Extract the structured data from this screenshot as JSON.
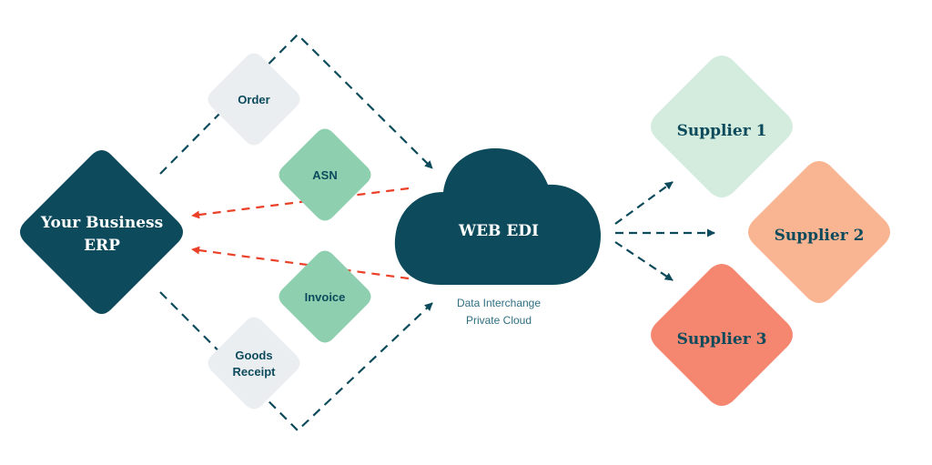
{
  "erp": {
    "line1": "Your Business",
    "line2": "ERP"
  },
  "documents": {
    "order": "Order",
    "asn": "ASN",
    "invoice": "Invoice",
    "goods_receipt_line1": "Goods",
    "goods_receipt_line2": "Receipt"
  },
  "hub": {
    "title": "WEB EDI",
    "caption_line1": "Data Interchange",
    "caption_line2": "Private Cloud"
  },
  "suppliers": {
    "s1": "Supplier 1",
    "s2": "Supplier 2",
    "s3": "Supplier 3"
  },
  "colors": {
    "dark_teal": "#0d4b5c",
    "document_gray": "#ebeef1",
    "document_green": "#8dcfae",
    "supplier1": "#d3ecdd",
    "supplier2": "#f9b591",
    "supplier3": "#f58670",
    "red_arrow": "#ea4128"
  }
}
